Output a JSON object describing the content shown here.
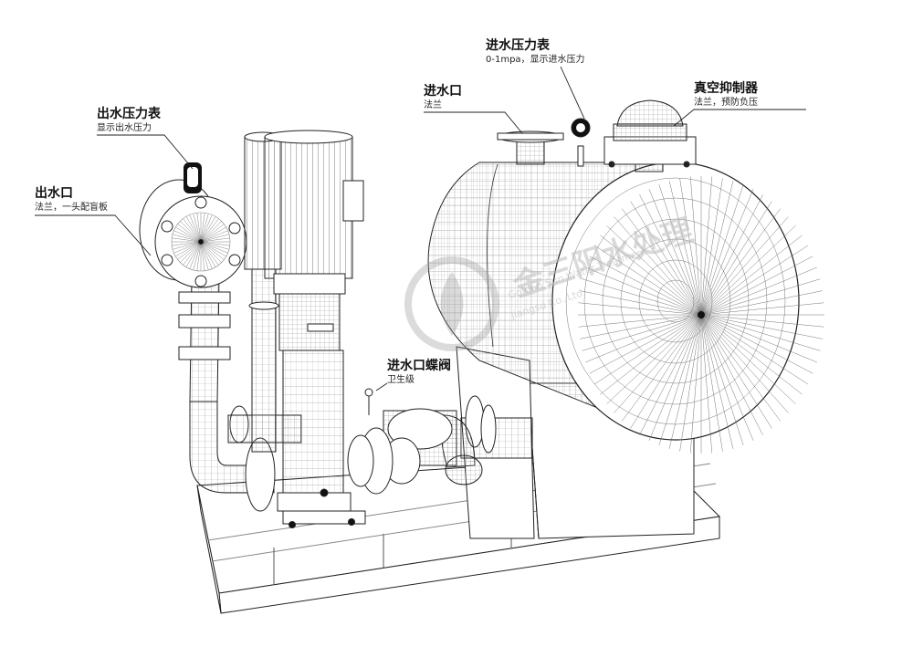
{
  "callouts": {
    "outlet_gauge": {
      "title": "出水压力表",
      "desc": "显示出水压力"
    },
    "outlet": {
      "title": "出水口",
      "desc": "法兰，一头配盲板"
    },
    "inlet": {
      "title": "进水口",
      "desc": "法兰"
    },
    "inlet_gauge": {
      "title": "进水压力表",
      "desc": "0-1mpa，显示进水压力"
    },
    "vacuum": {
      "title": "真空抑制器",
      "desc": "法兰，预防负压"
    },
    "inlet_valve": {
      "title": "进水口蝶阀",
      "desc": "卫生级"
    }
  },
  "watermark": {
    "brand": "金三阳水处理",
    "line1": "Golden Sun Water Treatment",
    "line2": "Jiangsu Co.,Ltd"
  },
  "colors": {
    "line": "#222222",
    "mesh": "#6a6a6a",
    "watermark": "#bcbcbc"
  }
}
